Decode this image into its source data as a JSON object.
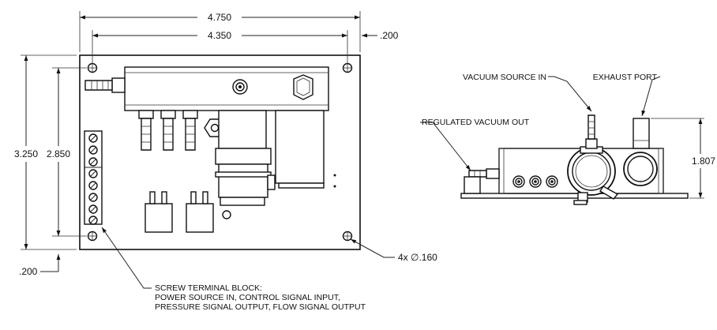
{
  "dimensions": {
    "overall_width": "4.750",
    "hole_spacing_x": "4.350",
    "edge_offset_right": ".200",
    "overall_height": "3.250",
    "hole_spacing_y": "2.850",
    "edge_offset_bottom": ".200",
    "side_height": "1.807",
    "hole_callout": "4x ∅.160"
  },
  "labels": {
    "vacuum_source_in": "VACUUM SOURCE IN",
    "exhaust_port": "EXHAUST PORT",
    "regulated_vacuum_out": "REGULATED VACUUM OUT",
    "terminal_line1": "SCREW TERMINAL BLOCK:",
    "terminal_line2": "POWER SOURCE IN, CONTROL SIGNAL INPUT,",
    "terminal_line3": "PRESSURE SIGNAL OUTPUT, FLOW SIGNAL OUTPUT"
  }
}
